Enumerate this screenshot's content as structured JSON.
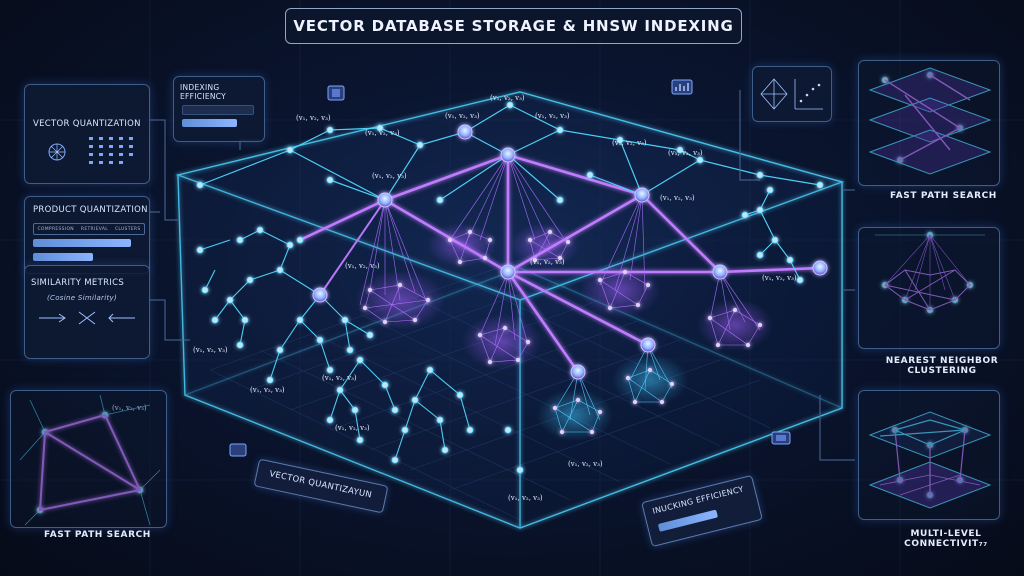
{
  "title": "VECTOR DATABASE STORAGE & HNSW INDEXING",
  "left_panels": {
    "vector_quantization": "VECTOR QUANTIZATION",
    "indexing_efficiency": "INDEXING EFFICIENCY",
    "product_quantization": "PRODUCT QUANTIZATION",
    "product_quantization_tabs": [
      "COMPRESSION",
      "RETRIEVAL",
      "CLUSTERS"
    ],
    "similarity_metrics": "SIMILARITY METRICS",
    "similarity_sub": "(Cosine Similarity)"
  },
  "captions": {
    "fast_path_search_left": "FAST PATH SEARCH",
    "fast_path_search_right": "FAST PATH SEARCH",
    "nearest_neighbor": "NEAREST NEIGHBOR CLUSTERING",
    "multi_level": "MULTI-LEVEL CONNECTIVIT₇₇",
    "bottom_vector_quant": "VECTOR QUANTIZAYUN",
    "bottom_indexing": "INUCKING EFFICIENCY"
  },
  "vector_label": "(v₁, v₂, v₃)",
  "vector_label_alt": "(v₁, v₂, v₃)",
  "colors": {
    "cyan": "#4fd8ff",
    "purple": "#b66bff",
    "panel_border": "#3d5d8a"
  },
  "icons": [
    "chip-icon",
    "bar-chart-icon",
    "diamond-graph-icon",
    "scatter-icon"
  ]
}
